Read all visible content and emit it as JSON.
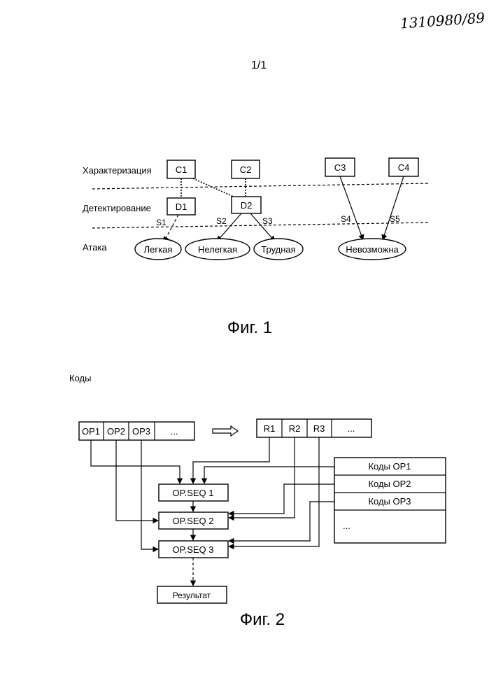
{
  "header": {
    "handwritten_number": "1310980/89",
    "page_number": "1/1"
  },
  "fig1": {
    "caption": "Фиг. 1",
    "rows": {
      "characterization": "Характеризация",
      "detection": "Детектирование",
      "attack": "Атака"
    },
    "c_boxes": [
      "C1",
      "C2",
      "C3",
      "C4"
    ],
    "d_boxes": [
      "D1",
      "D2"
    ],
    "s_labels": [
      "S1",
      "S2",
      "S3",
      "S4",
      "S5"
    ],
    "outcomes": [
      "Легкая",
      "Нелегкая",
      "Трудная",
      "Невозможна"
    ]
  },
  "fig2": {
    "caption": "Фиг. 2",
    "section_label": "Коды",
    "op_cells": [
      "OP1",
      "OP2",
      "OP3",
      "..."
    ],
    "r_cells": [
      "R1",
      "R2",
      "R3",
      "..."
    ],
    "codes_table": [
      "Коды OP1",
      "Коды OP2",
      "Коды OP3",
      "..."
    ],
    "sequences": [
      "OP.SEQ 1",
      "OP.SEQ 2",
      "OP.SEQ 3"
    ],
    "result": "Результат"
  }
}
